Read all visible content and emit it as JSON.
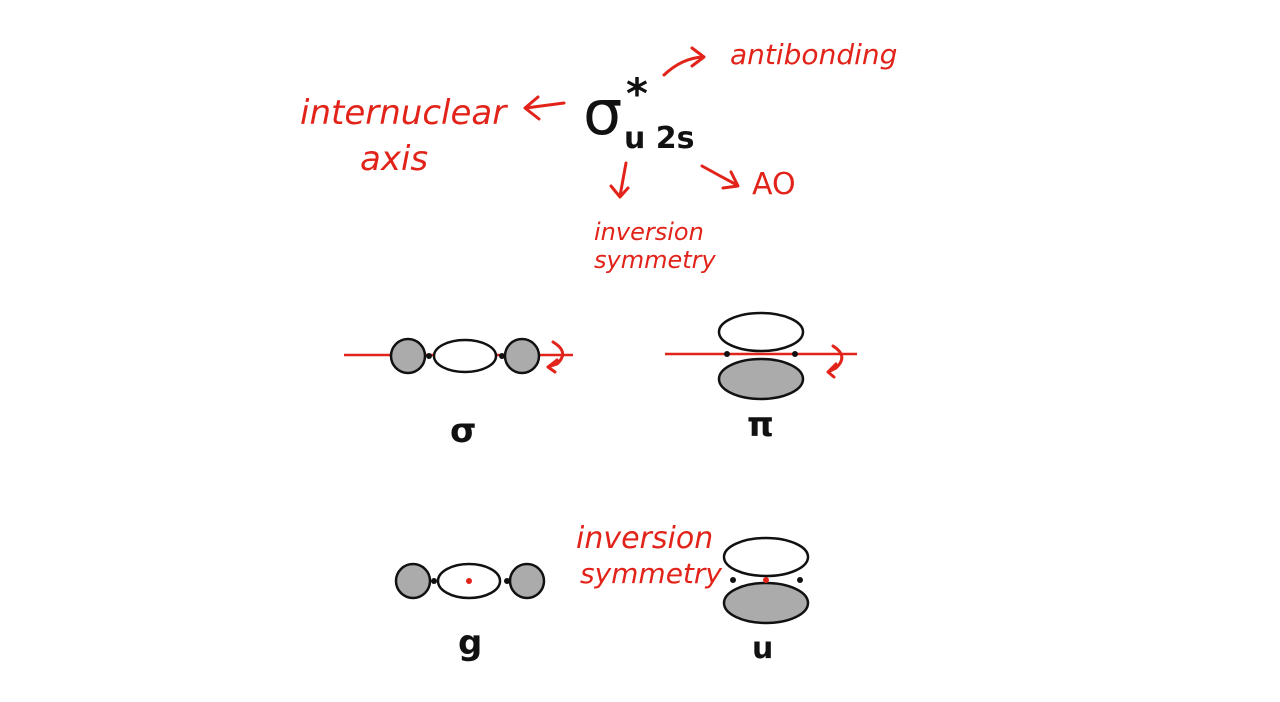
{
  "header": {
    "symbol": "σ",
    "star": "*",
    "subscript": "u 2s"
  },
  "annotations": {
    "antibonding": "antibonding",
    "internuclear_line1": "internuclear",
    "internuclear_line2": "axis",
    "ao": "AO",
    "inversion_top_line1": "inversion",
    "inversion_top_line2": "symmetry",
    "inversion_bottom_line1": "inversion",
    "inversion_bottom_line2": "symmetry"
  },
  "labels": {
    "sigma": "σ",
    "pi": "π",
    "g": "g",
    "u": "u"
  },
  "colors": {
    "annotation": "#e2231a",
    "ink": "#111111",
    "shaded_lobe": "#ababab"
  }
}
